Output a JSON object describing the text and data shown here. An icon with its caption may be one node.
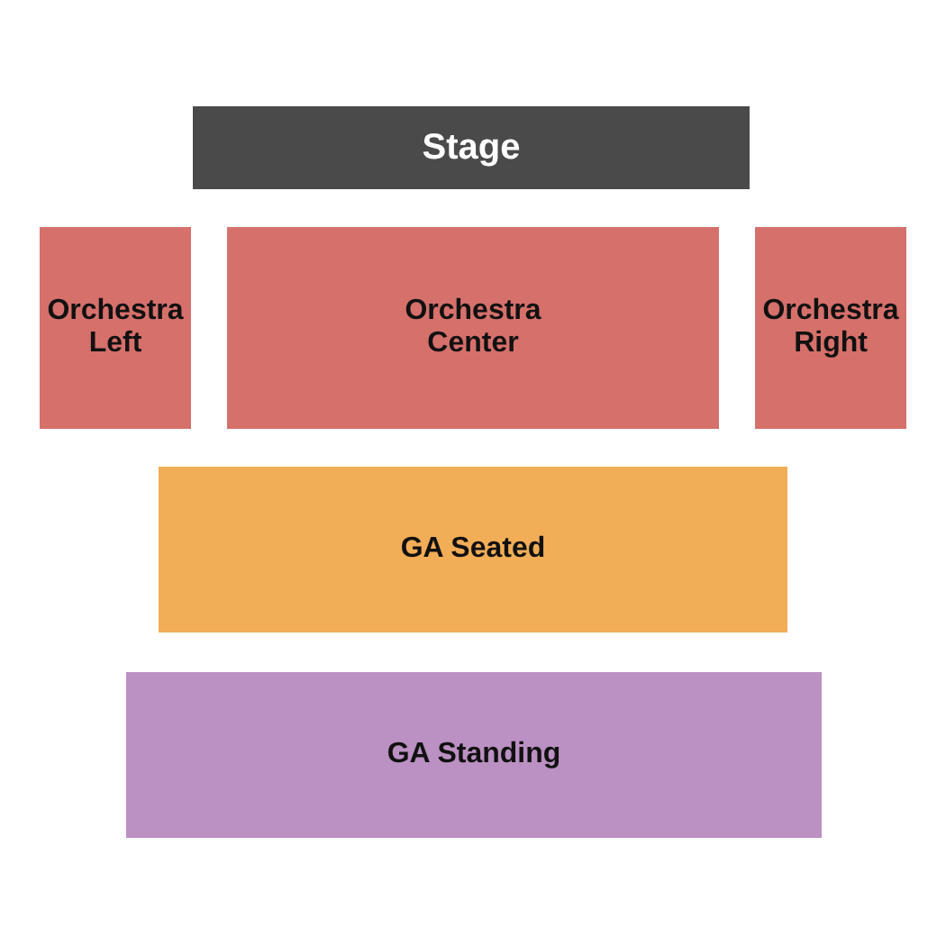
{
  "diagram": {
    "nodes": [
      {
        "text": [
          "Stage"
        ]
      },
      {
        "text": [
          "Orchestra Left"
        ]
      },
      {
        "text": [
          "Orchestra Center"
        ]
      },
      {
        "text": [
          "Orchestra Right"
        ]
      },
      {
        "text": [
          "GA Seated"
        ]
      },
      {
        "text": [
          "GA Standing"
        ]
      }
    ]
  }
}
